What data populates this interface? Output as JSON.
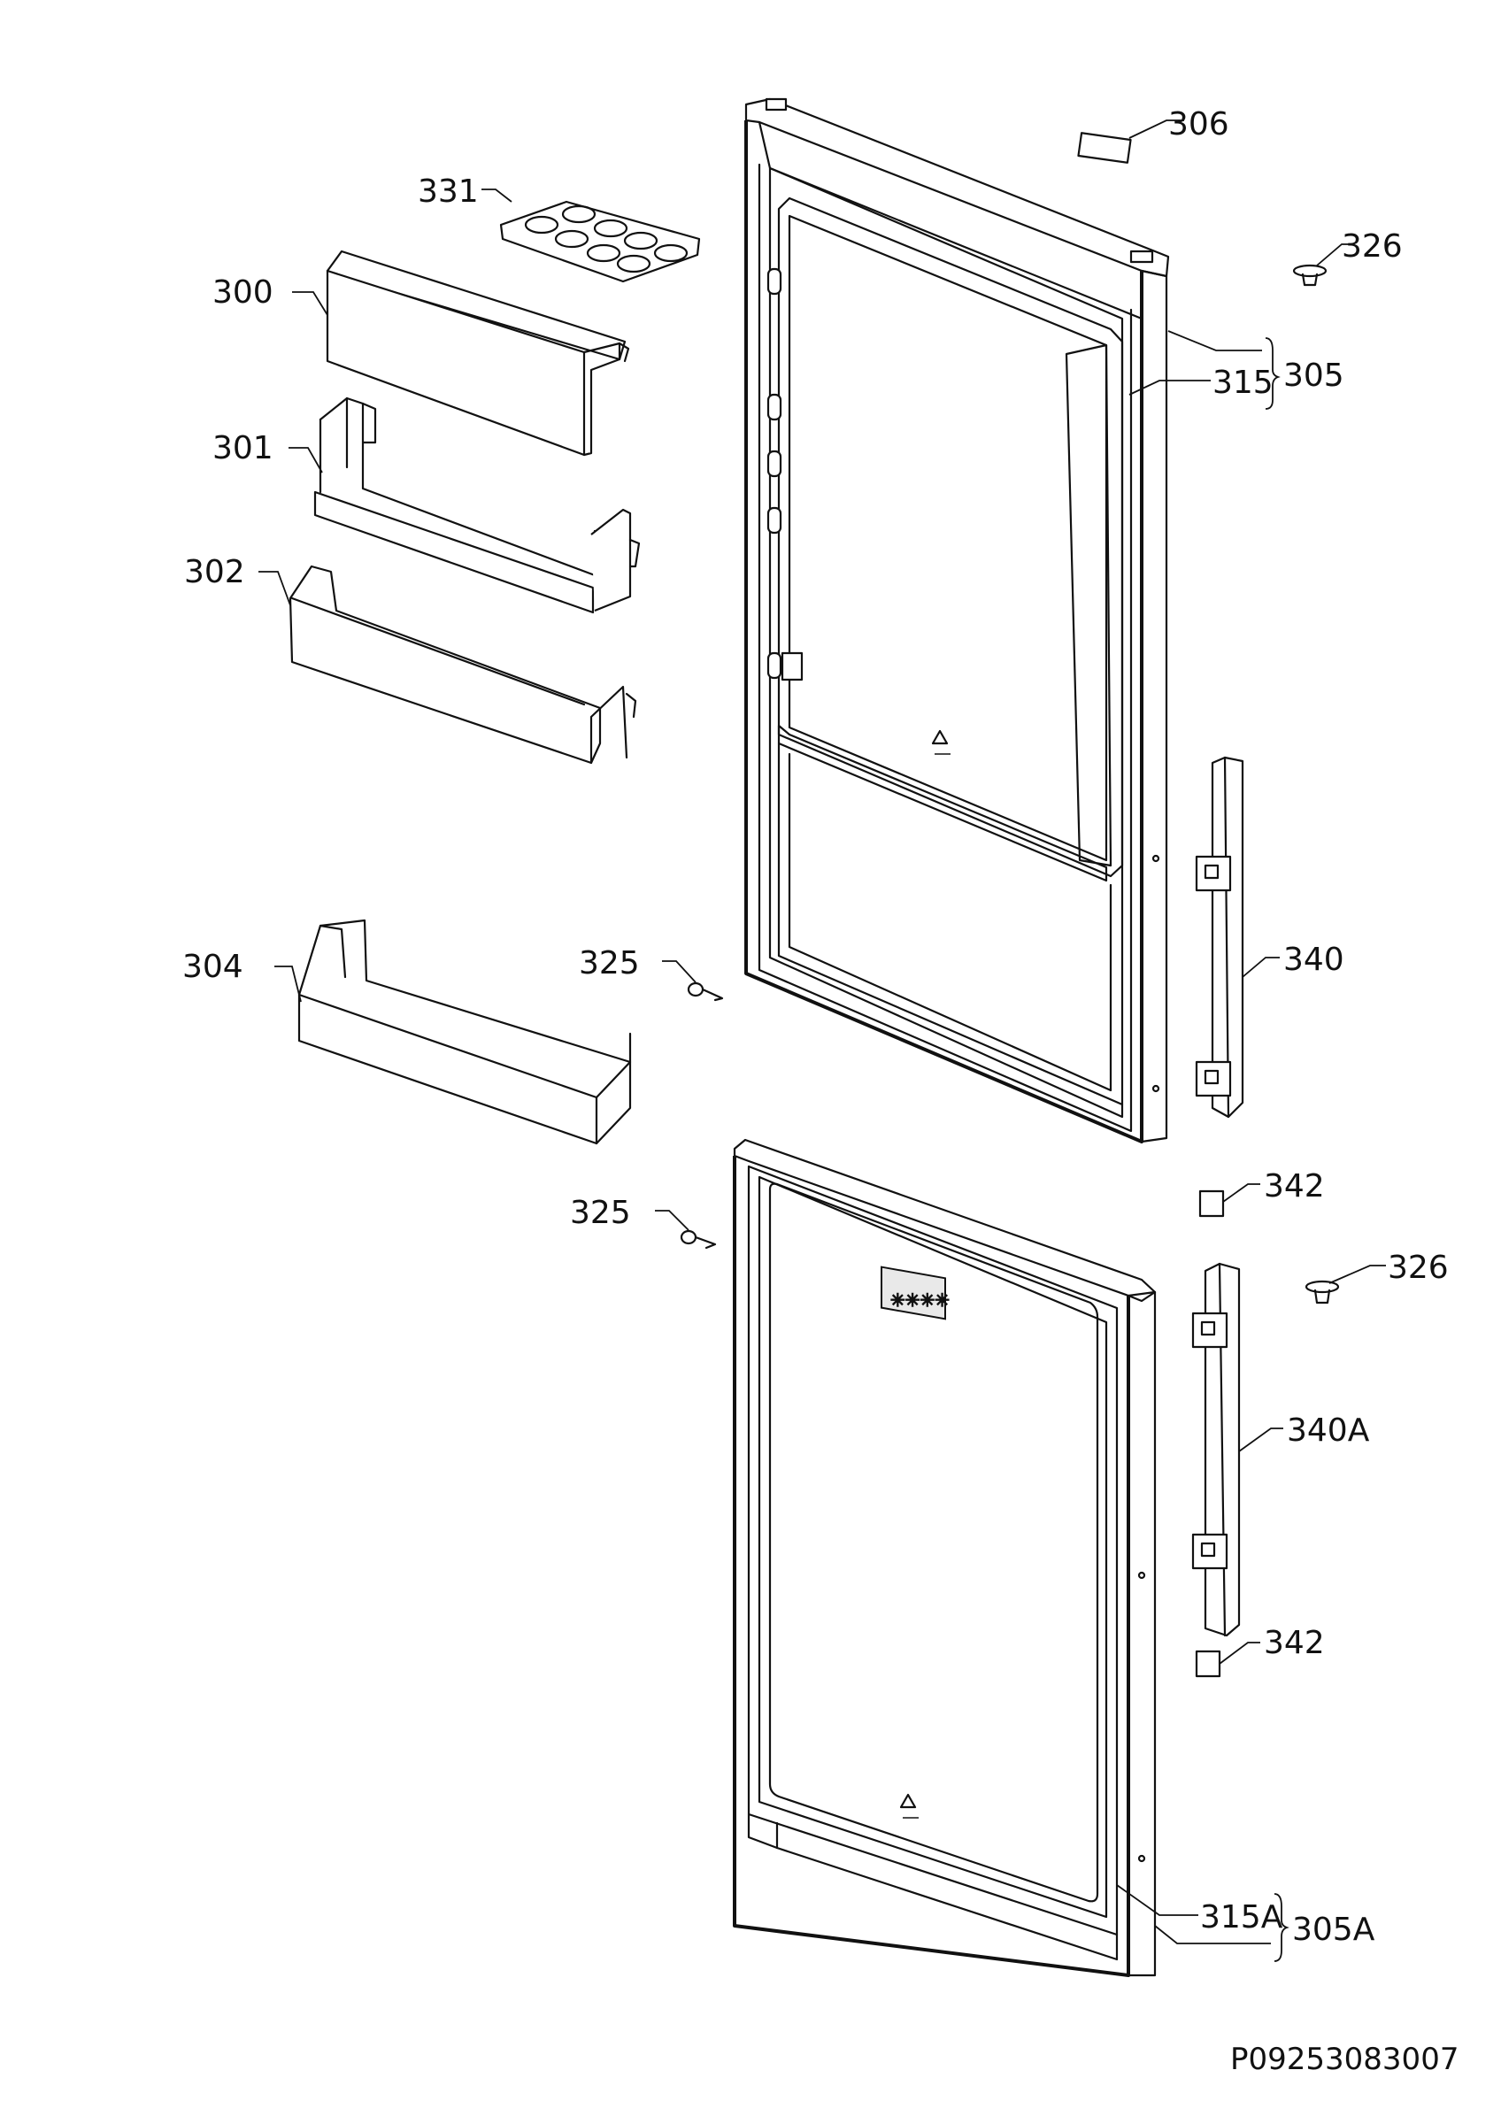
{
  "labels": {
    "p306": "306",
    "p331": "331",
    "p326a": "326",
    "p300": "300",
    "p305": "305",
    "p315": "315",
    "p301": "301",
    "p302": "302",
    "p340": "340",
    "p304": "304",
    "p325a": "325",
    "p342a": "342",
    "p325b": "325",
    "p326b": "326",
    "p340a": "340A",
    "p342b": "342",
    "p315a": "315A",
    "p305a": "305A"
  },
  "drawing_code": "P09253083007"
}
